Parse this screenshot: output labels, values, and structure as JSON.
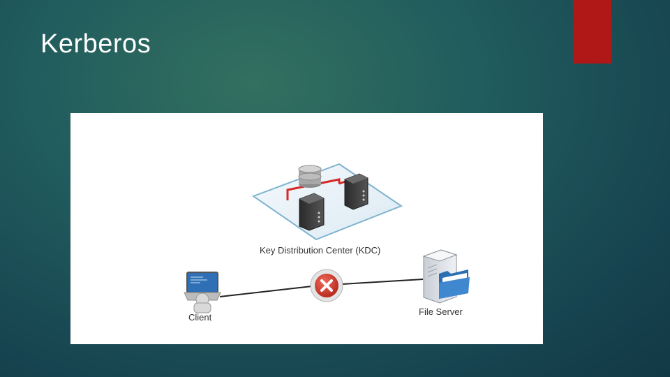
{
  "slide": {
    "title": "Kerberos",
    "accent_color": "#b01717"
  },
  "diagram": {
    "kdc_label": "Key Distribution Center (KDC)",
    "client_label": "Client",
    "file_server_label": "File Server",
    "connection_status": "blocked",
    "icons": [
      "database-icon",
      "server-tower-icon",
      "laptop-icon",
      "blocked-icon",
      "file-server-icon",
      "folder-icon"
    ]
  }
}
